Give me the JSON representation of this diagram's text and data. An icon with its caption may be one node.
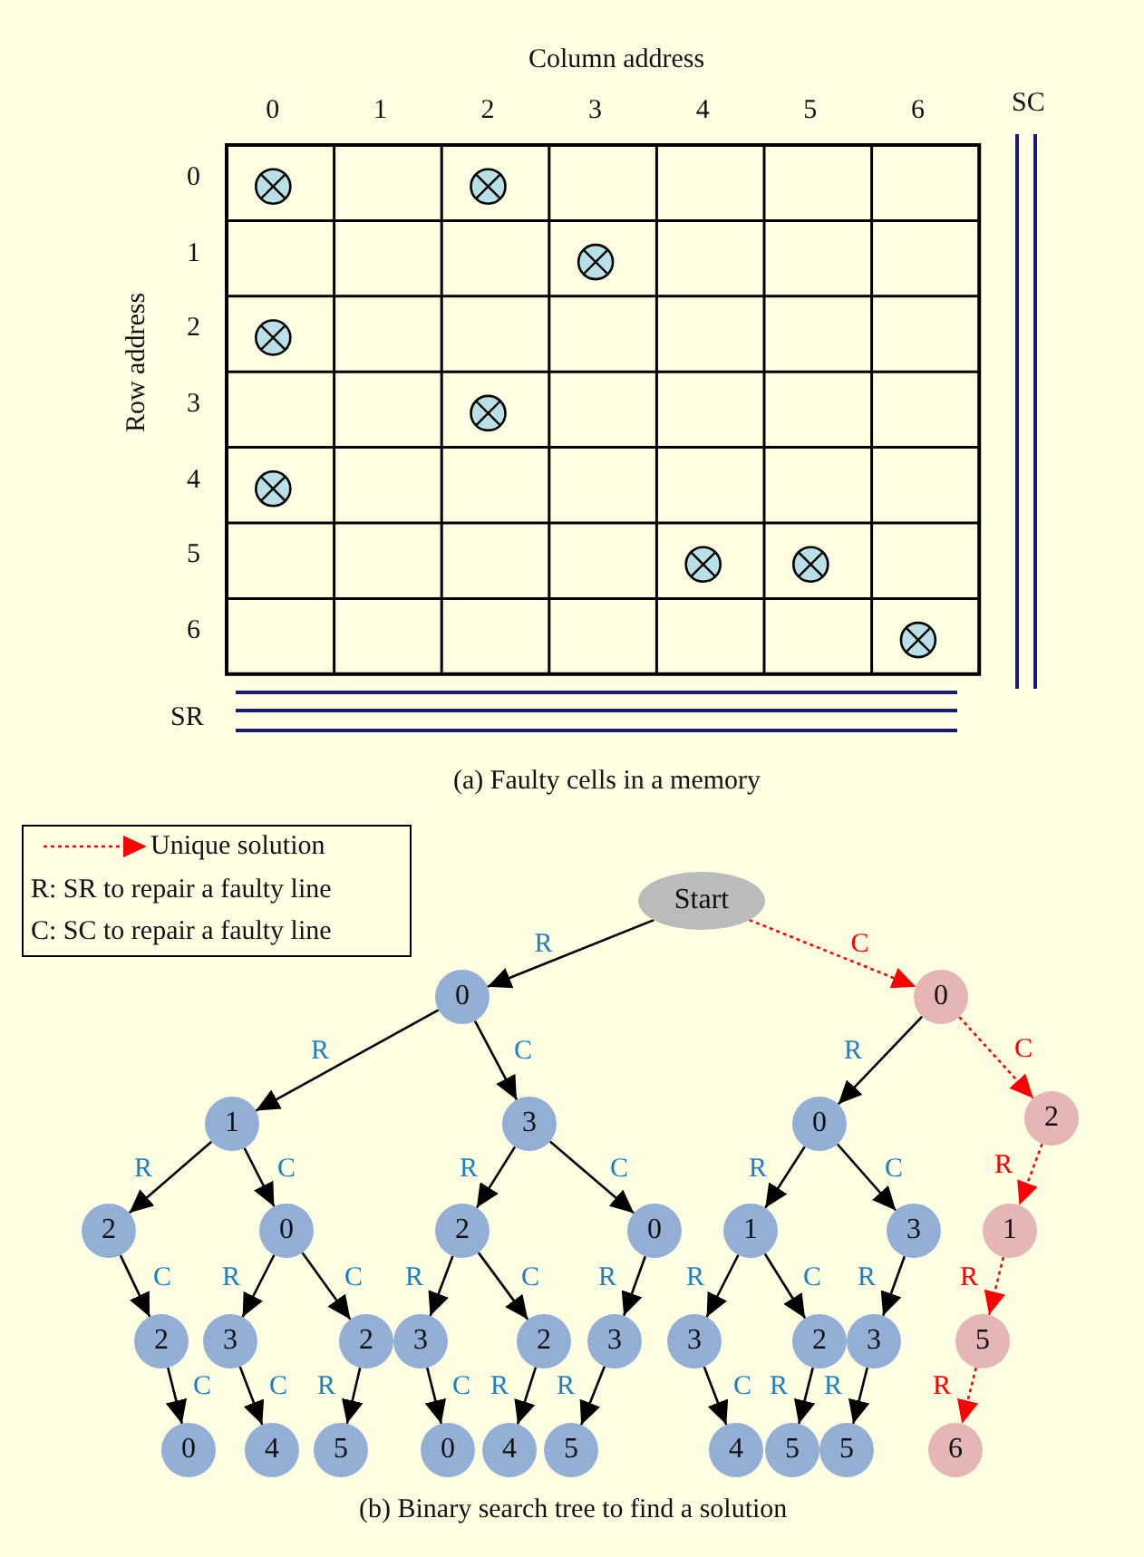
{
  "diagram": {
    "nodes": [
      {
        "text": [
          "Start"
        ]
      },
      {
        "text": [
          "0"
        ]
      },
      {
        "text": [
          "0"
        ]
      },
      {
        "text": [
          "1"
        ]
      },
      {
        "text": [
          "3"
        ]
      },
      {
        "text": [
          "0"
        ]
      },
      {
        "text": [
          "2"
        ]
      },
      {
        "text": [
          "2"
        ]
      },
      {
        "text": [
          "0"
        ]
      },
      {
        "text": [
          "2"
        ]
      },
      {
        "text": [
          "0"
        ]
      },
      {
        "text": [
          "1"
        ]
      },
      {
        "text": [
          "3"
        ]
      },
      {
        "text": [
          "1"
        ]
      },
      {
        "text": [
          "2"
        ]
      },
      {
        "text": [
          "3"
        ]
      },
      {
        "text": [
          "2"
        ]
      },
      {
        "text": [
          "3"
        ]
      },
      {
        "text": [
          "2"
        ]
      },
      {
        "text": [
          "3"
        ]
      },
      {
        "text": [
          "3"
        ]
      },
      {
        "text": [
          "2"
        ]
      },
      {
        "text": [
          "3"
        ]
      },
      {
        "text": [
          "5"
        ]
      },
      {
        "text": [
          "0"
        ]
      },
      {
        "text": [
          "4"
        ]
      },
      {
        "text": [
          "5"
        ]
      },
      {
        "text": [
          "0"
        ]
      },
      {
        "text": [
          "4"
        ]
      },
      {
        "text": [
          "5"
        ]
      },
      {
        "text": [
          "4"
        ]
      },
      {
        "text": [
          "5"
        ]
      },
      {
        "text": [
          "5"
        ]
      },
      {
        "text": [
          "6"
        ]
      }
    ],
    "edges": [
      {
        "from": 0,
        "to": 1,
        "arrow": "to",
        "label": "R"
      },
      {
        "from": 0,
        "to": 2,
        "arrow": "to",
        "label": "C",
        "style": "dashed",
        "color": "#ff0000"
      },
      {
        "from": 1,
        "to": 3,
        "arrow": "to",
        "label": "R"
      },
      {
        "from": 1,
        "to": 4,
        "arrow": "to",
        "label": "C"
      },
      {
        "from": 2,
        "to": 5,
        "arrow": "to",
        "label": "R"
      },
      {
        "from": 2,
        "to": 6,
        "arrow": "to",
        "label": "C",
        "style": "dashed",
        "color": "#ff0000"
      },
      {
        "from": 3,
        "to": 7,
        "arrow": "to",
        "label": "R"
      },
      {
        "from": 3,
        "to": 8,
        "arrow": "to",
        "label": "C"
      },
      {
        "from": 4,
        "to": 9,
        "arrow": "to",
        "label": "R"
      },
      {
        "from": 4,
        "to": 10,
        "arrow": "to",
        "label": "C"
      },
      {
        "from": 5,
        "to": 11,
        "arrow": "to",
        "label": "R"
      },
      {
        "from": 5,
        "to": 12,
        "arrow": "to",
        "label": "C"
      },
      {
        "from": 6,
        "to": 13,
        "arrow": "to",
        "label": "R",
        "style": "dashed",
        "color": "#ff0000"
      },
      {
        "from": 7,
        "to": 14,
        "arrow": "to",
        "label": "C"
      },
      {
        "from": 8,
        "to": 15,
        "arrow": "to",
        "label": "R"
      },
      {
        "from": 8,
        "to": 16,
        "arrow": "to",
        "label": "C"
      },
      {
        "from": 9,
        "to": 17,
        "arrow": "to",
        "label": "R"
      },
      {
        "from": 9,
        "to": 18,
        "arrow": "to",
        "label": "C"
      },
      {
        "from": 10,
        "to": 19,
        "arrow": "to",
        "label": "R"
      },
      {
        "from": 11,
        "to": 20,
        "arrow": "to",
        "label": "R"
      },
      {
        "from": 11,
        "to": 21,
        "arrow": "to",
        "label": "C"
      },
      {
        "from": 12,
        "to": 22,
        "arrow": "to",
        "label": "R"
      },
      {
        "from": 13,
        "to": 23,
        "arrow": "to",
        "label": "R",
        "style": "dashed",
        "color": "#ff0000"
      },
      {
        "from": 14,
        "to": 24,
        "arrow": "to",
        "label": "C"
      },
      {
        "from": 15,
        "to": 25,
        "arrow": "to",
        "label": "C"
      },
      {
        "from": 16,
        "to": 26,
        "arrow": "to",
        "label": "R"
      },
      {
        "from": 17,
        "to": 27,
        "arrow": "to",
        "label": "C"
      },
      {
        "from": 18,
        "to": 28,
        "arrow": "to",
        "label": "R"
      },
      {
        "from": 19,
        "to": 29,
        "arrow": "to",
        "label": "R"
      },
      {
        "from": 20,
        "to": 30,
        "arrow": "to",
        "label": "C"
      },
      {
        "from": 21,
        "to": 31,
        "arrow": "to",
        "label": "R"
      },
      {
        "from": 22,
        "to": 32,
        "arrow": "to",
        "label": "R"
      },
      {
        "from": 23,
        "to": 33,
        "arrow": "to",
        "label": "R",
        "style": "dashed",
        "color": "#ff0000"
      }
    ],
    "labels": [
      "Column address",
      "0",
      "1",
      "2",
      "3",
      "4",
      "5",
      "6",
      "SC",
      "Row address",
      "0",
      "1",
      "2",
      "3",
      "4",
      "5",
      "6",
      "SR",
      "(a) Faulty cells in a memory",
      "(b) Binary search tree to find a solution"
    ],
    "legend": [
      {
        "text": "Unique solution"
      },
      {
        "text": "R: SR to repair a faulty line"
      },
      {
        "text": "C: SC to repair a faulty line"
      }
    ]
  }
}
